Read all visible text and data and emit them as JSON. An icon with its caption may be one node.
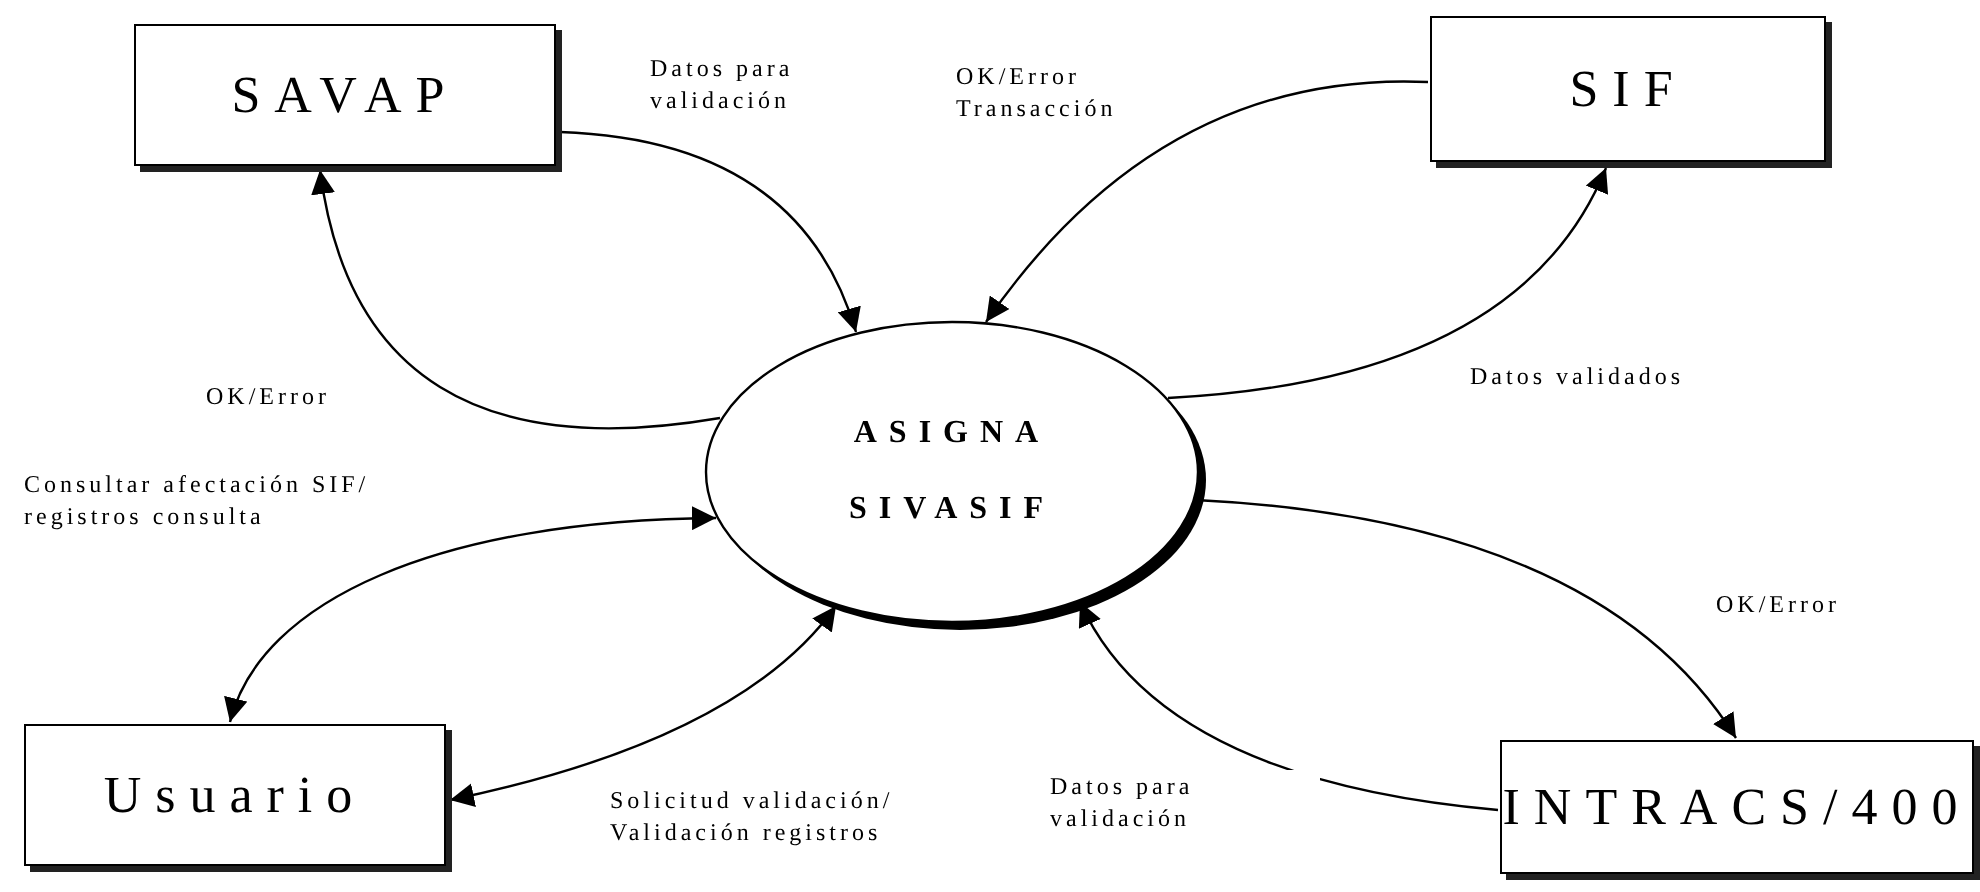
{
  "diagram": {
    "nodes": [
      {
        "text": [
          "SAVAP"
        ]
      },
      {
        "text": [
          "SIF"
        ]
      },
      {
        "text": [
          "ASIGNA SIVASIF"
        ]
      },
      {
        "text": [
          "Usuario"
        ]
      },
      {
        "text": [
          "INTRACS/400"
        ]
      }
    ],
    "edges": [
      {
        "from": 0,
        "to": 2,
        "arrow": "to",
        "label": "Datos para validación"
      },
      {
        "from": 2,
        "to": 0,
        "arrow": "to",
        "label": "OK/Error"
      },
      {
        "from": 1,
        "to": 2,
        "arrow": "to",
        "label": "OK/Error Transacción"
      },
      {
        "from": 2,
        "to": 1,
        "arrow": "to",
        "label": "Datos validados"
      },
      {
        "from": 3,
        "to": 2,
        "arrow": "both",
        "label": "Consultar afectación SIF/ registros consulta"
      },
      {
        "from": 3,
        "to": 2,
        "arrow": "both",
        "label": "Solicitud validación/ Validación registros"
      },
      {
        "from": 2,
        "to": 4,
        "arrow": "to",
        "label": "OK/Error"
      },
      {
        "from": 4,
        "to": 2,
        "arrow": "to",
        "label": "Datos para validación"
      }
    ]
  }
}
